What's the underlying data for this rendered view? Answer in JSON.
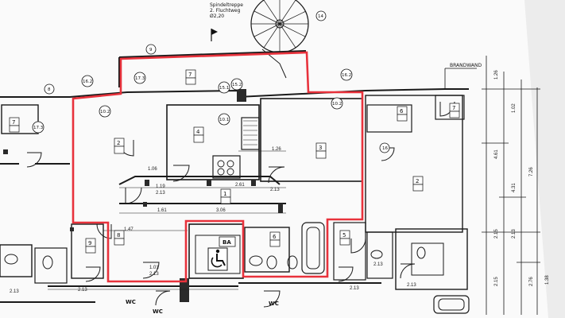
{
  "labels": {
    "stair_title_1": "Spindeltreppe",
    "stair_title_2": "2. Fluchtweg",
    "stair_diameter": "Ø2,20",
    "brandwand": "BRANDWAND",
    "room_ba": "BA",
    "room_wc": "WC"
  },
  "room_numbers": {
    "r1": "1",
    "r2": "2",
    "r3": "3",
    "r4": "4",
    "r5": "5",
    "r6": "6",
    "r7": "7",
    "r8": "8",
    "r9": "9",
    "r2b": "2",
    "r7b": "7",
    "r6b": "6",
    "r7c": "7"
  },
  "callouts": {
    "c9": "9",
    "c14": "14",
    "c8": "8",
    "c17_3": "17.3",
    "c15_1": "15.1",
    "c16_2": "16.2",
    "c16_2b": "16.2",
    "c17_3b": "17.3",
    "c10_1": "10.1",
    "c10_2": "10.2",
    "c10_2b": "10.2",
    "c15_2": "15.2",
    "c16": "16"
  },
  "dimensions": {
    "d1": "1.26",
    "d2": "1.06",
    "d3": "1.19",
    "d4": "2.13",
    "d5": "2.61",
    "d6": "2.13",
    "d7": "1.61",
    "d8": "3.06",
    "d9": "1.47",
    "d10": "1.01",
    "d11": "2.13",
    "d12": "2.13",
    "d13": "2.13",
    "d14": "2.13",
    "d15": "2.13",
    "d16": "2.13"
  },
  "vertical_dimensions": {
    "v1": "1.26",
    "v2": "4.61",
    "v3": "1.02",
    "v4": "4.31",
    "v5": "7.26",
    "v6": "1.38",
    "v7": "2.15",
    "v8": "2.13",
    "v9": "2.15",
    "v10": "2.76"
  },
  "colors": {
    "outline": "#e8323c",
    "wall": "#1a1a1a",
    "paper": "#ffffff",
    "shade": "#6f6f6f"
  }
}
